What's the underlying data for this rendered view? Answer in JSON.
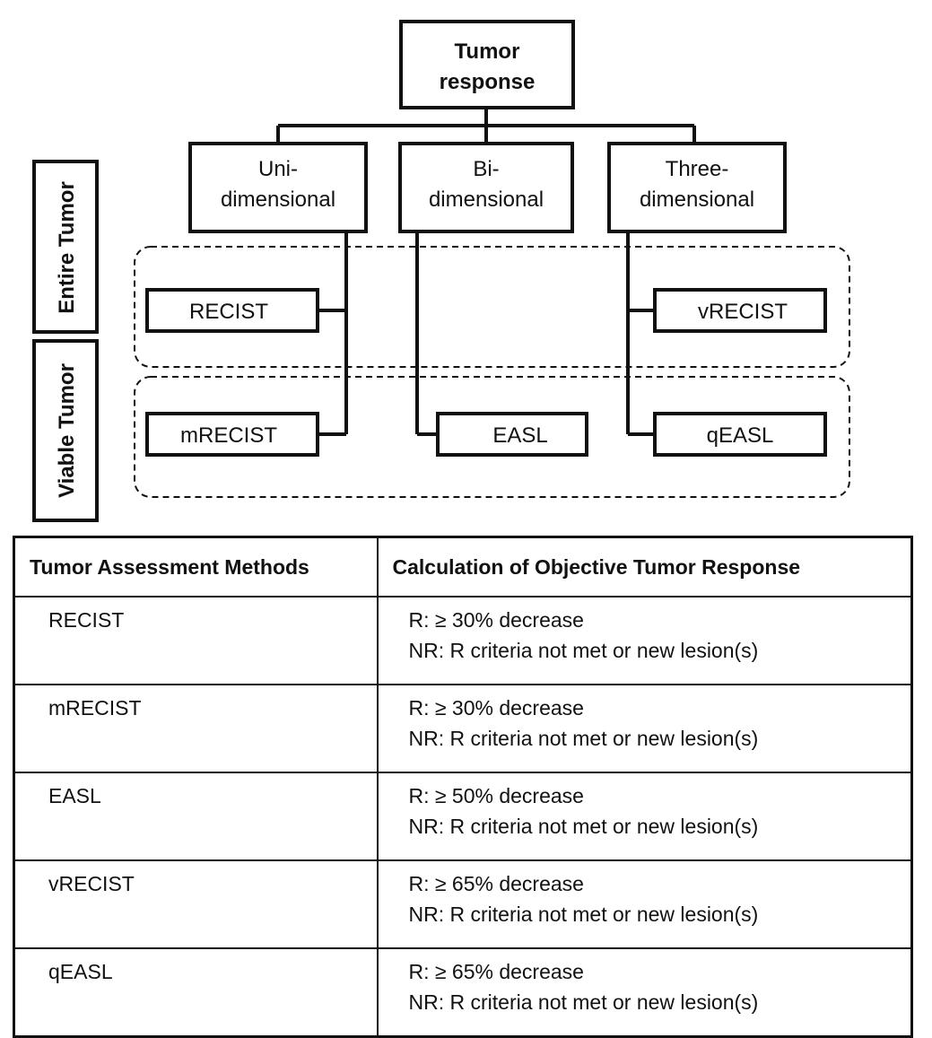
{
  "diagram": {
    "root": {
      "line1": "Tumor",
      "line2": "response"
    },
    "dimensions": [
      {
        "line1": "Uni-",
        "line2": "dimensional"
      },
      {
        "line1": "Bi-",
        "line2": "dimensional"
      },
      {
        "line1": "Three-",
        "line2": "dimensional"
      }
    ],
    "side_labels": {
      "entire": "Entire Tumor",
      "viable": "Viable Tumor"
    },
    "entire_methods": [
      "RECIST",
      "vRECIST"
    ],
    "viable_methods": [
      "mRECIST",
      "EASL",
      "qEASL"
    ]
  },
  "table": {
    "headers": [
      "Tumor Assessment Methods",
      "Calculation of Objective Tumor Response"
    ],
    "rows": [
      {
        "method": "RECIST",
        "response": "R: ≥ 30% decrease",
        "non_response": "NR: R criteria not met or new lesion(s)"
      },
      {
        "method": "mRECIST",
        "response": "R: ≥ 30% decrease",
        "non_response": "NR: R criteria not met or new lesion(s)"
      },
      {
        "method": "EASL",
        "response": "R: ≥ 50% decrease",
        "non_response": "NR: R criteria not met or new lesion(s)"
      },
      {
        "method": "vRECIST",
        "response": "R: ≥ 65% decrease",
        "non_response": "NR: R criteria not met or new lesion(s)"
      },
      {
        "method": "qEASL",
        "response": "R: ≥ 65% decrease",
        "non_response": "NR: R criteria not met or new lesion(s)"
      }
    ]
  }
}
